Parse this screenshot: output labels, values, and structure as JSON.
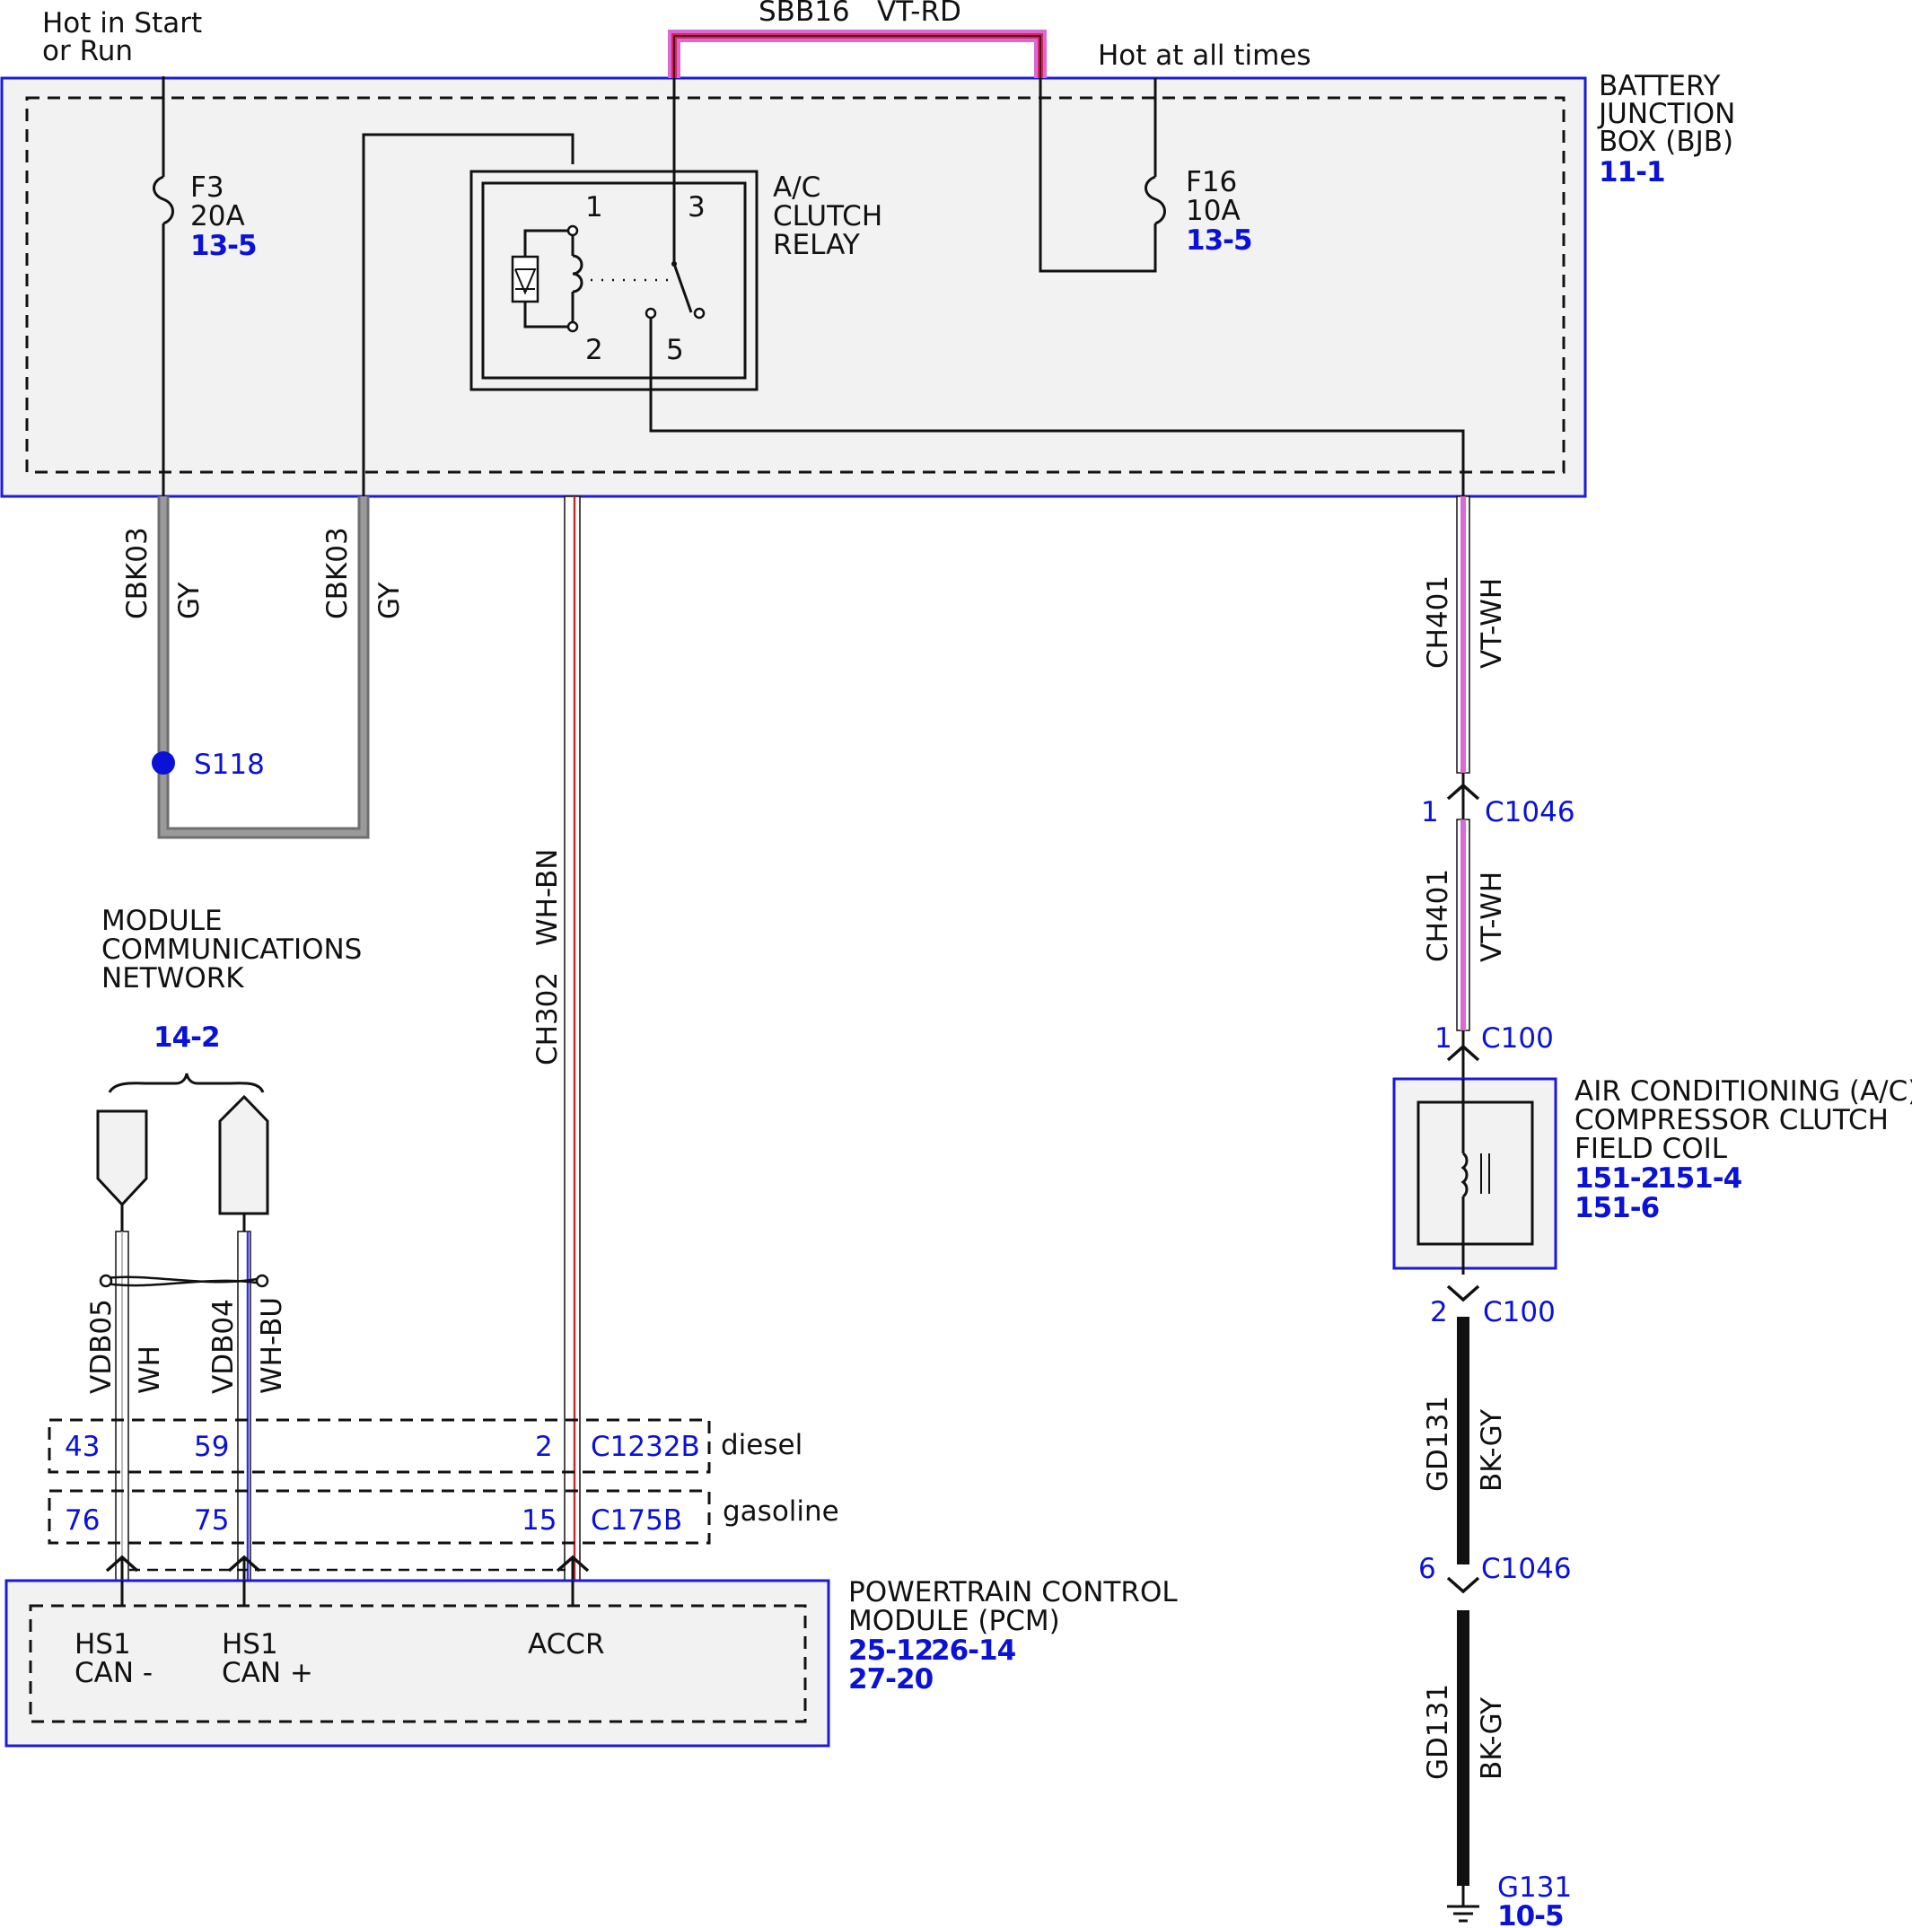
{
  "colors": {
    "reference_blue": "#0a12d6",
    "box_fill": "#f2f2f2",
    "box_border": "#1a1ad8",
    "wire_gray": "#7a7a7a",
    "wire_violet": "#d66bd6",
    "wire_red": "#e0205a",
    "wire_brown": "#a0522d",
    "wire_blue": "#3030e0"
  },
  "power": {
    "hot_start_run": "Hot in Start",
    "hot_start_run_2": "or Run",
    "hot_all_times": "Hot at all times",
    "sbb_circuit": "SBB16",
    "sbb_color": "VT-RD"
  },
  "bjb": {
    "line1": "BATTERY",
    "line2": "JUNCTION",
    "line3": "BOX (BJB)",
    "ref": "11-1"
  },
  "fuses": {
    "f3": {
      "name": "F3",
      "rating": "20A",
      "ref": "13-5"
    },
    "f16": {
      "name": "F16",
      "rating": "10A",
      "ref": "13-5"
    }
  },
  "relay": {
    "line1": "A/C",
    "line2": "CLUTCH",
    "line3": "RELAY",
    "pins": {
      "p1": "1",
      "p2": "2",
      "p3": "3",
      "p5": "5"
    }
  },
  "wires": {
    "cbk03_a": {
      "circuit": "CBK03",
      "color": "GY"
    },
    "cbk03_b": {
      "circuit": "CBK03",
      "color": "GY"
    },
    "ch302": {
      "circuit": "CH302",
      "color": "WH-BN"
    },
    "ch401_a": {
      "circuit": "CH401",
      "color": "VT-WH"
    },
    "ch401_b": {
      "circuit": "CH401",
      "color": "VT-WH"
    },
    "gd131_a": {
      "circuit": "GD131",
      "color": "BK-GY"
    },
    "gd131_b": {
      "circuit": "GD131",
      "color": "BK-GY"
    },
    "vdb05": {
      "circuit": "VDB05",
      "color": "WH"
    },
    "vdb04": {
      "circuit": "VDB04",
      "color": "WH-BU"
    }
  },
  "splice": {
    "name": "S118"
  },
  "connectors": {
    "c1046_top": {
      "pin": "1",
      "name": "C1046"
    },
    "c100_top": {
      "pin": "1",
      "name": "C100"
    },
    "c100_bot": {
      "pin": "2",
      "name": "C100"
    },
    "c1046_bot": {
      "pin": "6",
      "name": "C1046"
    },
    "c1232b": {
      "name": "C1232B",
      "variant": "diesel",
      "pins": [
        "43",
        "59",
        "2"
      ]
    },
    "c175b": {
      "name": "C175B",
      "variant": "gasoline",
      "pins": [
        "76",
        "75",
        "15"
      ]
    }
  },
  "network": {
    "line1": "MODULE",
    "line2": "COMMUNICATIONS",
    "line3": "NETWORK",
    "ref": "14-2"
  },
  "compressor": {
    "line1": "AIR CONDITIONING (A/C)",
    "line2": "COMPRESSOR CLUTCH",
    "line3": "FIELD COIL",
    "ref1": "151-2",
    "ref2": "151-4",
    "ref3": "151-6"
  },
  "pcm": {
    "line1": "POWERTRAIN CONTROL",
    "line2": "MODULE (PCM)",
    "ref1": "25-12",
    "ref2": "26-14",
    "ref3": "27-20",
    "pin_hs1_a": "HS1",
    "pin_can_minus": "CAN -",
    "pin_hs1_b": "HS1",
    "pin_can_plus": "CAN +",
    "pin_accr": "ACCR"
  },
  "ground": {
    "name": "G131",
    "ref": "10-5"
  }
}
